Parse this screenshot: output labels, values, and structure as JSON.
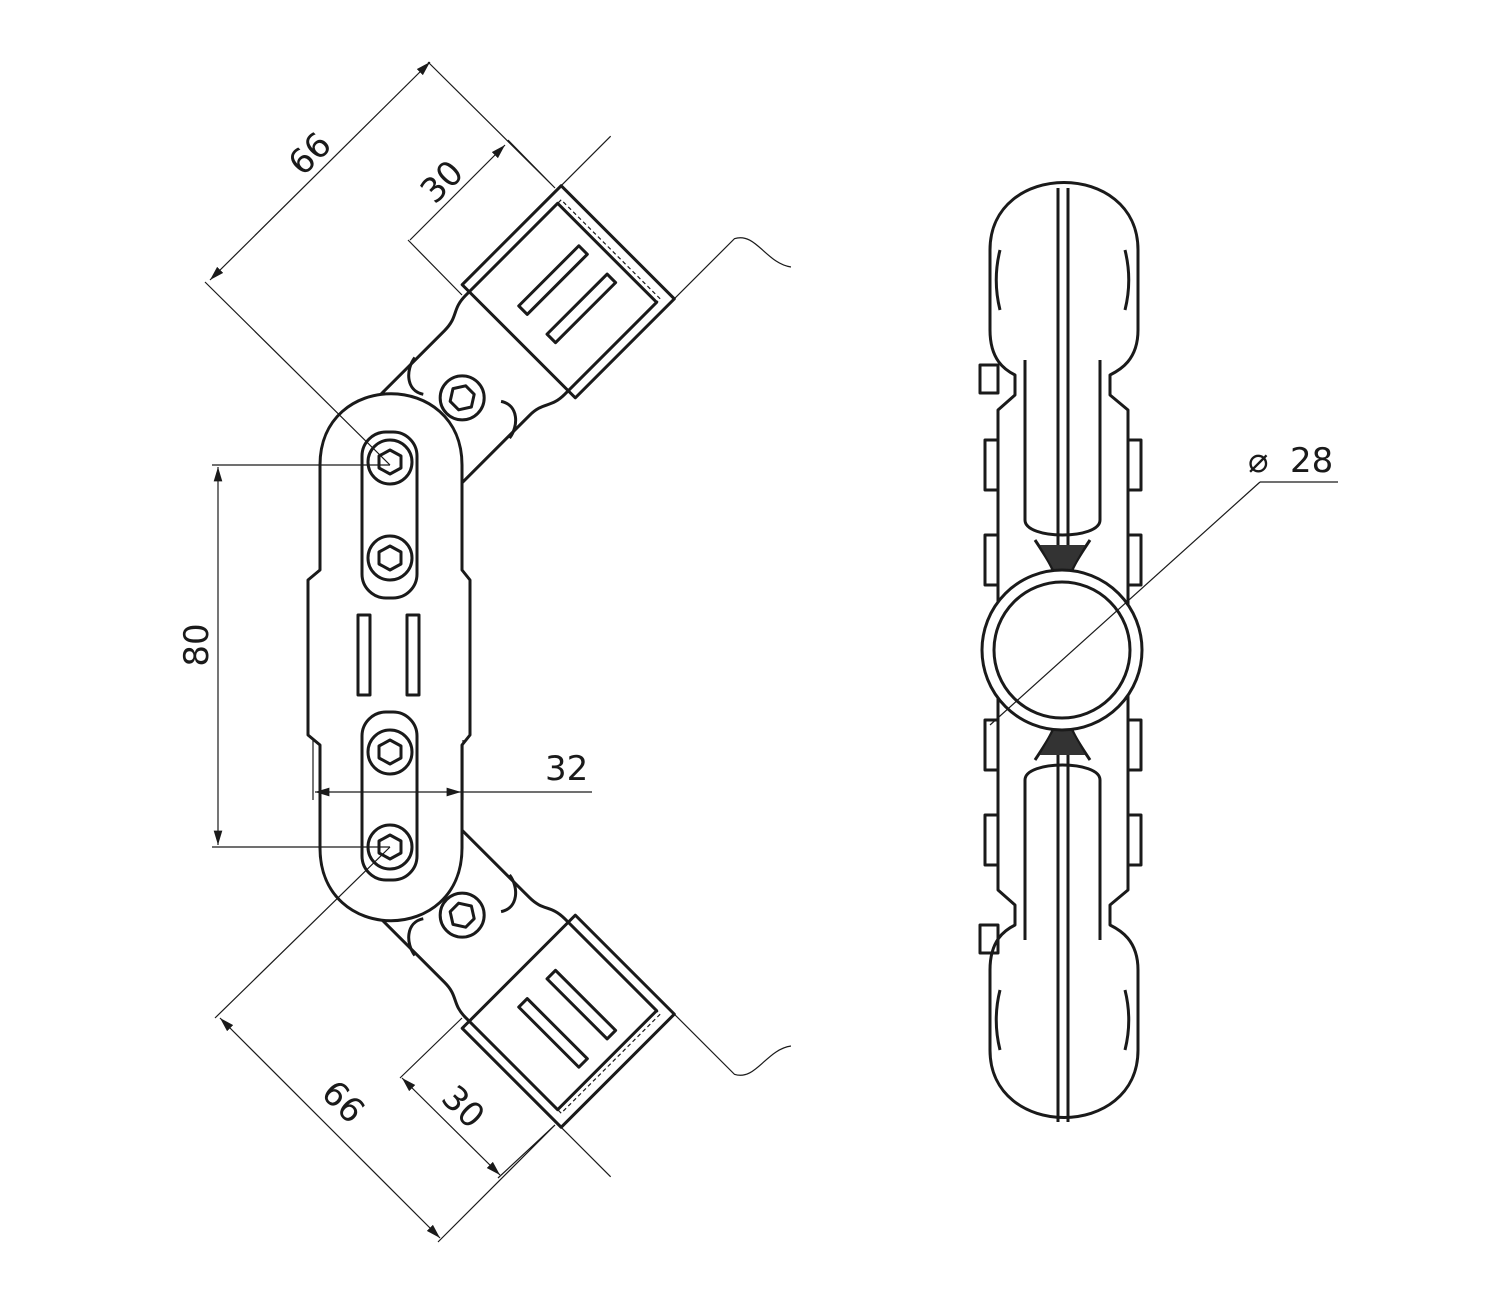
{
  "dimensions": {
    "upper_arm_length": "66",
    "upper_clamp_width": "30",
    "bolt_spacing": "80",
    "body_width": "32",
    "lower_arm_length": "66",
    "lower_clamp_width": "30",
    "tube_diameter": "28",
    "diameter_symbol": "⌀"
  }
}
